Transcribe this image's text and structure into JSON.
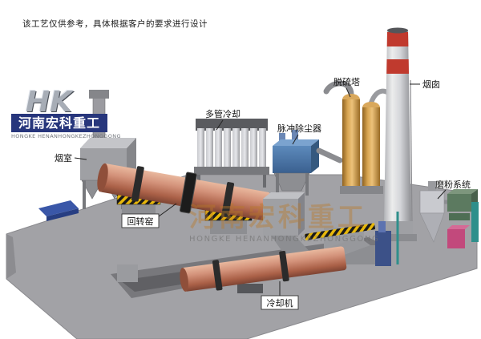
{
  "meta": {
    "disclaimer": "该工艺仅供参考，具体根据客户的要求进行设计"
  },
  "logo": {
    "monogram": "HK",
    "name_cn": "河南宏科重工",
    "name_en": "HONGKE HENANHONGKEZHONGGONG"
  },
  "watermark": {
    "text_cn": "河南宏科重工",
    "text_en": "HONGKE HENANHONGKEZHONGGONG"
  },
  "equipment_labels": {
    "smoke_chamber": "烟室",
    "multi_tube_cooler": "多管冷却",
    "pulse_dust_collector": "脉冲除尘器",
    "desulfurization_tower": "脱硫塔",
    "chimney": "烟囱",
    "grinding_system": "磨粉系统",
    "rotary_kiln": "回转窑",
    "cooling_machine": "冷却机"
  },
  "colors": {
    "kiln_body": "#cf8465",
    "dust_collector_blue": "#4a76ad",
    "desulfurization_tan": "#d8a552",
    "chimney_band_red": "#c03a2e",
    "hazard_yellow": "#e8b80a",
    "platform_gray": "#a2a2a6",
    "logo_navy": "#27367c"
  }
}
